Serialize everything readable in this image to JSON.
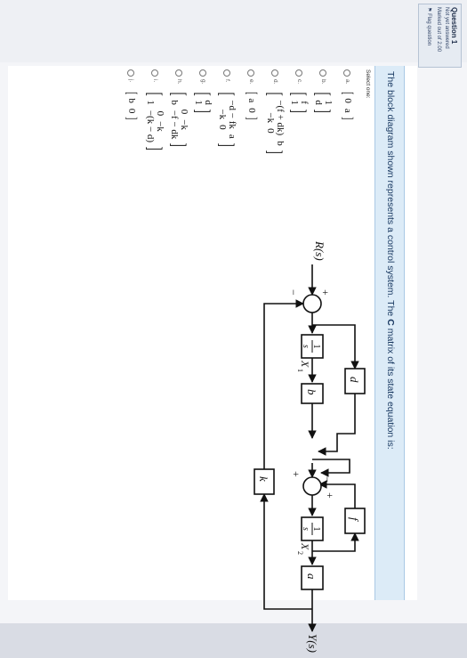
{
  "quiz": {
    "question_label": "Question 1",
    "status": "Not yet answered",
    "marks": "Marked out of 2.00",
    "flag": "Flag question"
  },
  "question": {
    "text_before": "The block diagram shown represents a control system. The ",
    "text_bold": "C",
    "text_after": " matrix of its state equation is:"
  },
  "diagram": {
    "input_label": "R(s)",
    "output_label": "Y(s)",
    "block_d": "d",
    "block_f": "f",
    "block_b": "b",
    "block_k": "k",
    "block_a": "a",
    "int_num": "1",
    "int_den": "s",
    "state1": "X",
    "state1_sub": "1",
    "state2": "X",
    "state2_sub": "2",
    "plus": "+",
    "minus": "−"
  },
  "answers": {
    "select_one": "Select one:",
    "options": [
      {
        "letter": "a.",
        "rows": [
          [
            "0",
            "a"
          ]
        ]
      },
      {
        "letter": "b.",
        "rows": [
          [
            "1"
          ],
          [
            "d"
          ]
        ]
      },
      {
        "letter": "c.",
        "rows": [
          [
            "f"
          ],
          [
            "1"
          ]
        ]
      },
      {
        "letter": "d.",
        "rows": [
          [
            "−(f + dk)",
            "b"
          ],
          [
            "−k",
            "0"
          ]
        ]
      },
      {
        "letter": "e.",
        "rows": [
          [
            "a",
            "0"
          ]
        ]
      },
      {
        "letter": "f.",
        "rows": [
          [
            "−d − fk",
            "a"
          ],
          [
            "−k",
            "0"
          ]
        ]
      },
      {
        "letter": "g.",
        "rows": [
          [
            "d"
          ],
          [
            "1"
          ]
        ]
      },
      {
        "letter": "h.",
        "rows": [
          [
            "0",
            "−k"
          ],
          [
            "b",
            "−f − dk"
          ]
        ]
      },
      {
        "letter": "i.",
        "rows": [
          [
            "0",
            "−k"
          ],
          [
            "1",
            "−(k − d)"
          ]
        ]
      },
      {
        "letter": "j.",
        "rows": [
          [
            "b",
            "0"
          ]
        ]
      }
    ]
  }
}
